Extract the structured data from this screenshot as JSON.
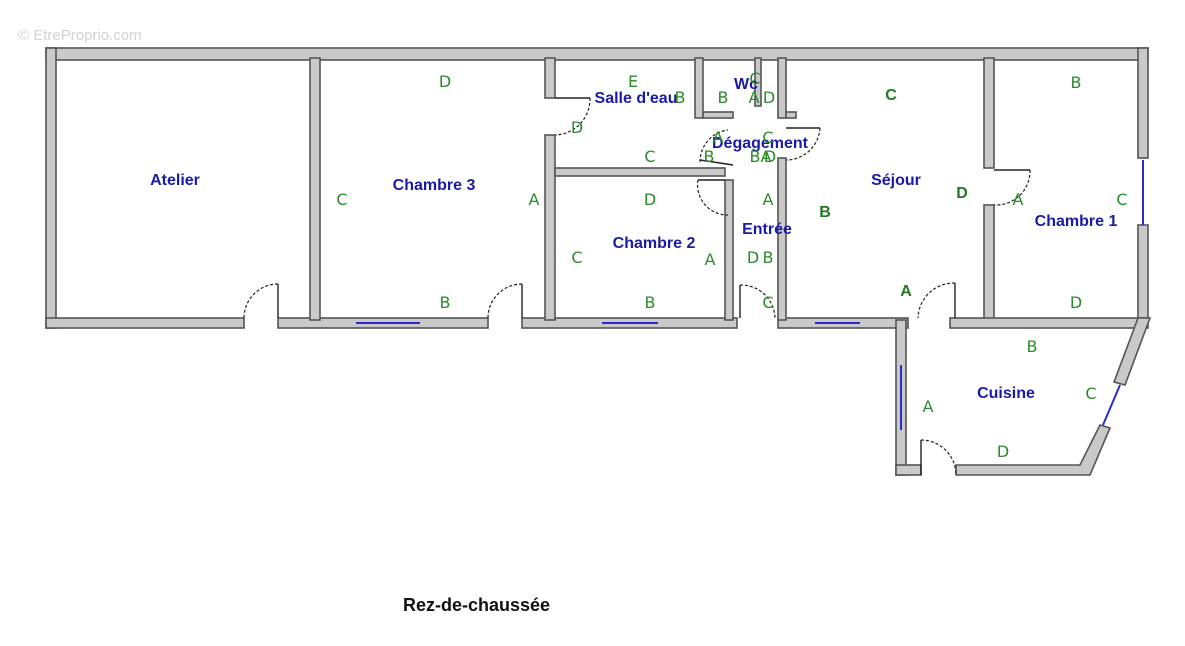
{
  "watermark": "© EtreProprio.com",
  "floor_title": "Rez-de-chaussée",
  "colors": {
    "room_label": "#1a1aa8",
    "wall_letter": "#2c8a2c",
    "wall_fill": "#c9c9c9",
    "window": "#2a2ad0"
  },
  "rooms": [
    {
      "id": "atelier",
      "name": "Atelier"
    },
    {
      "id": "chambre3",
      "name": "Chambre 3"
    },
    {
      "id": "salle_eau",
      "name": "Salle d'eau"
    },
    {
      "id": "wc",
      "name": "Wc"
    },
    {
      "id": "degagement",
      "name": "Dégagement"
    },
    {
      "id": "chambre2",
      "name": "Chambre 2"
    },
    {
      "id": "entree",
      "name": "Entrée"
    },
    {
      "id": "sejour",
      "name": "Séjour"
    },
    {
      "id": "chambre1",
      "name": "Chambre 1"
    },
    {
      "id": "cuisine",
      "name": "Cuisine"
    }
  ],
  "wall_letters": {
    "chambre3": [
      "D",
      "C",
      "A",
      "B",
      "D"
    ],
    "salle_eau": [
      "E",
      "C",
      "B"
    ],
    "wc": [
      "B",
      "A",
      "D",
      "C"
    ],
    "degagement": [
      "A",
      "B",
      "C",
      "B",
      "A",
      "D"
    ],
    "chambre2": [
      "D",
      "C",
      "A",
      "B"
    ],
    "entree": [
      "A",
      "D",
      "B",
      "C"
    ],
    "sejour": [
      "C",
      "B",
      "D",
      "A"
    ],
    "chambre1": [
      "B",
      "A",
      "C",
      "D"
    ],
    "cuisine": [
      "B",
      "A",
      "C",
      "D"
    ]
  }
}
